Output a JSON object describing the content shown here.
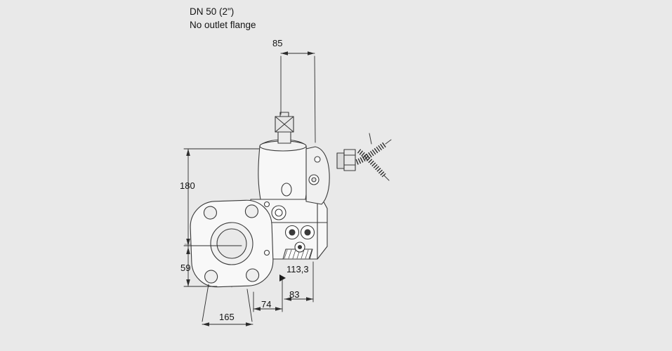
{
  "page": {
    "background_color": "#e9e9e9",
    "line_color": "#3a3a3a",
    "text_color": "#141414"
  },
  "title": {
    "line1": "DN 50 (2\")",
    "line2": "No outlet flange"
  },
  "dimensions": {
    "actuator_width": "85",
    "height_above_centerline": "180",
    "height_below_centerline": "59",
    "body_length": "113,3",
    "outlet_section_width": "83",
    "inlet_section_width": "74",
    "flange_width": "165"
  },
  "drawing": {
    "subject": "solenoid-gas-valve-with-inlet-flange"
  }
}
